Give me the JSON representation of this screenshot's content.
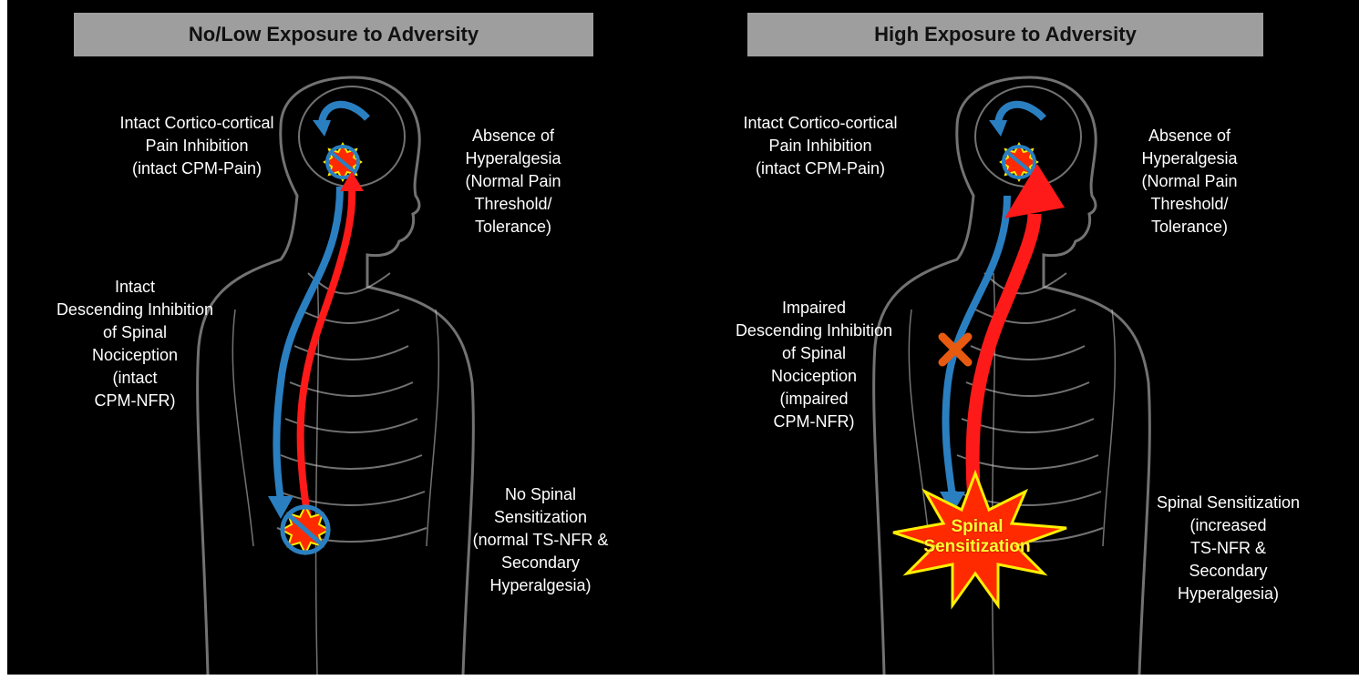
{
  "panels": [
    {
      "header": "No/Low Exposure to Adversity",
      "labels": {
        "cortical": "Intact Cortico-cortical\nPain Inhibition\n(intact CPM-Pain)",
        "hyperalgesia": "Absence of\nHyperalgesia\n(Normal Pain\nThreshold/\nTolerance)",
        "descending": "Intact\nDescending Inhibition\nof Spinal\nNociception\n(intact\nCPM-NFR)",
        "spinal": "No Spinal\nSensitization\n(normal TS-NFR &\nSecondary\nHyperalgesia)"
      }
    },
    {
      "header": "High Exposure to Adversity",
      "labels": {
        "cortical": "Intact Cortico-cortical\nPain Inhibition\n(intact CPM-Pain)",
        "hyperalgesia": "Absence of\nHyperalgesia\n(Normal Pain\nThreshold/\nTolerance)",
        "descending": "Impaired\nDescending Inhibition\nof Spinal\nNociception\n(impaired\nCPM-NFR)",
        "spinal": "Spinal Sensitization\n(increased\nTS-NFR &\nSecondary\nHyperalgesia)"
      },
      "burst_text": "Spinal\nSensitization"
    }
  ],
  "colors": {
    "background": "#000000",
    "header_bg": "#9e9e9e",
    "inhibition_arrow": "#2a7fc1",
    "pain_arrow": "#ff1a1a",
    "burst_fill": "#ff2a00",
    "burst_outline": "#ffee00",
    "block_mark": "#e85a10"
  }
}
